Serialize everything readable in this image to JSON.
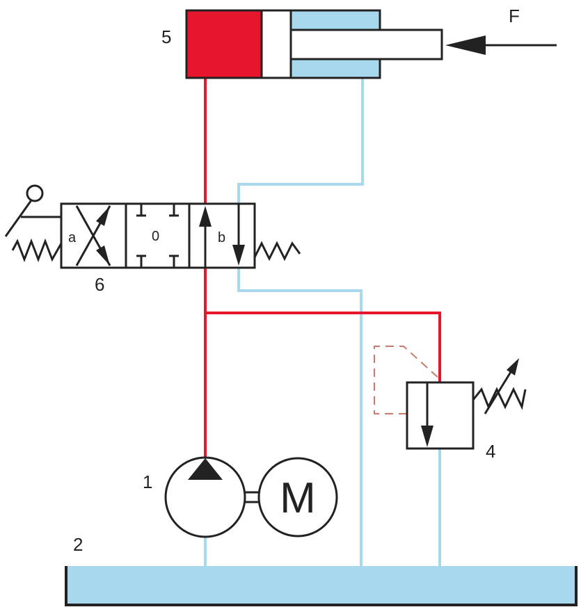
{
  "labels": {
    "pump": "1",
    "tank": "2",
    "relief_valve": "4",
    "cylinder": "5",
    "directional_valve": "6",
    "force": "F",
    "motor": "M",
    "position_a": "a",
    "position_0": "0",
    "position_b": "b"
  },
  "colors": {
    "pressure_line": "#e8162c",
    "return_line": "#a7d8ee",
    "cylinder_pressure_chamber": "#e8162c",
    "cylinder_rod_chamber": "#a7d8ee",
    "tank_fluid": "#a7d8ee",
    "pilot_line": "#c97a6a",
    "outline": "#222222"
  },
  "icons": [
    "force-arrow-icon",
    "lever-icon",
    "spring-icon",
    "adjustable-spring-icon",
    "flow-arrow-icon",
    "pump-triangle-icon"
  ]
}
